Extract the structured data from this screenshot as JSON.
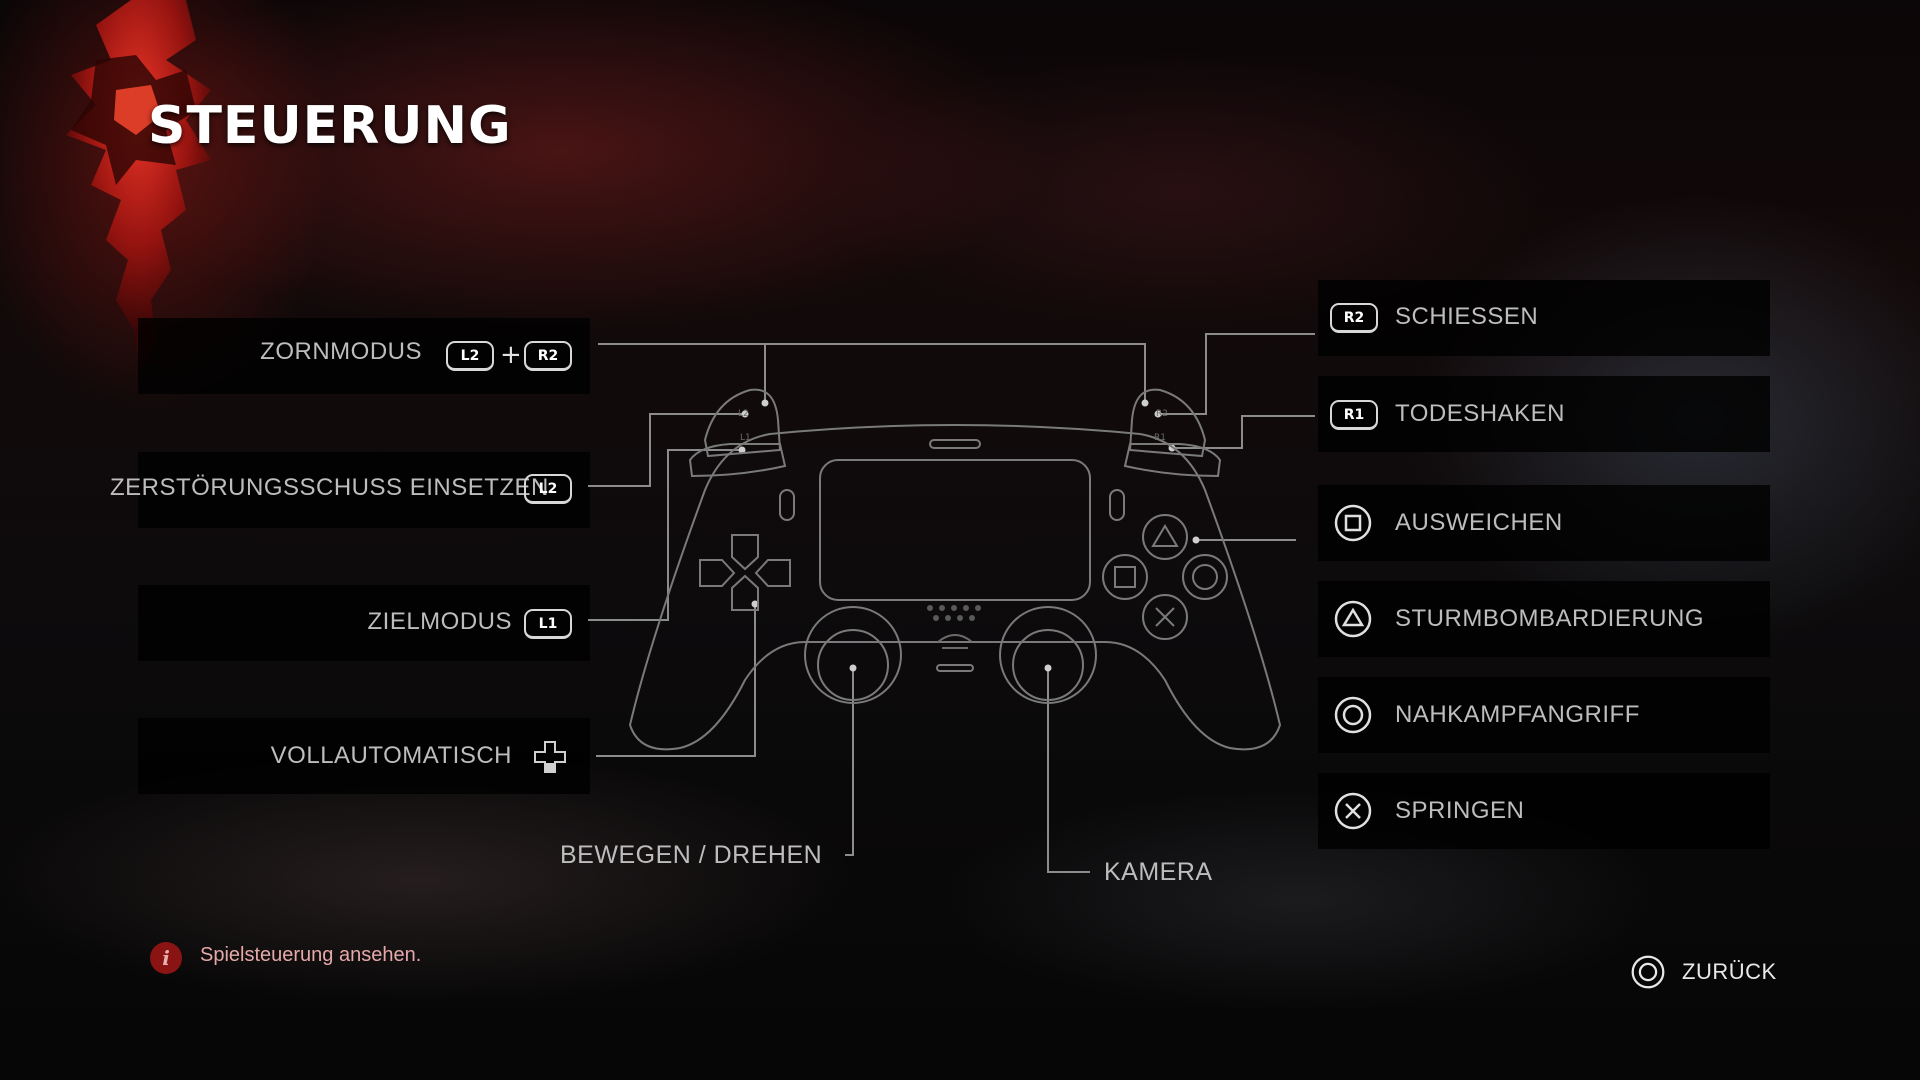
{
  "title": "STEUERUNG",
  "left_bindings": [
    {
      "label": "ZORNMODUS",
      "buttons": [
        "L2",
        "R2"
      ],
      "joiner": "+"
    },
    {
      "label": "ZERSTÖRUNGSSCHUSS EINSETZEN",
      "buttons": [
        "L2"
      ]
    },
    {
      "label": "ZIELMODUS",
      "buttons": [
        "L1"
      ]
    },
    {
      "label": "VOLLAUTOMATISCH",
      "icon": "dpad-down-icon"
    }
  ],
  "right_bindings": [
    {
      "button": "R2",
      "label": "SCHIESSEN"
    },
    {
      "button": "R1",
      "label": "TODESHAKEN"
    },
    {
      "icon": "square-button-icon",
      "label": "AUSWEICHEN"
    },
    {
      "icon": "triangle-button-icon",
      "label": "STURMBOMBARDIERUNG"
    },
    {
      "icon": "circle-button-icon",
      "label": "NAHKAMPFANGRIFF"
    },
    {
      "icon": "cross-button-icon",
      "label": "SPRINGEN"
    }
  ],
  "stick_labels": {
    "left_stick": "BEWEGEN / DREHEN",
    "right_stick": "KAMERA"
  },
  "controller_labels": {
    "l2": "L2",
    "l1": "L1",
    "r2": "R2",
    "r1": "R1"
  },
  "hint": {
    "icon": "info-icon",
    "glyph": "i",
    "text": "Spielsteuerung ansehen."
  },
  "back": {
    "icon": "circle-button-icon",
    "label": "ZURÜCK"
  },
  "colors": {
    "accent_red": "#c0201a",
    "panel": "#000000",
    "line": "#8c8c8c",
    "text": "#bdbdbd"
  }
}
